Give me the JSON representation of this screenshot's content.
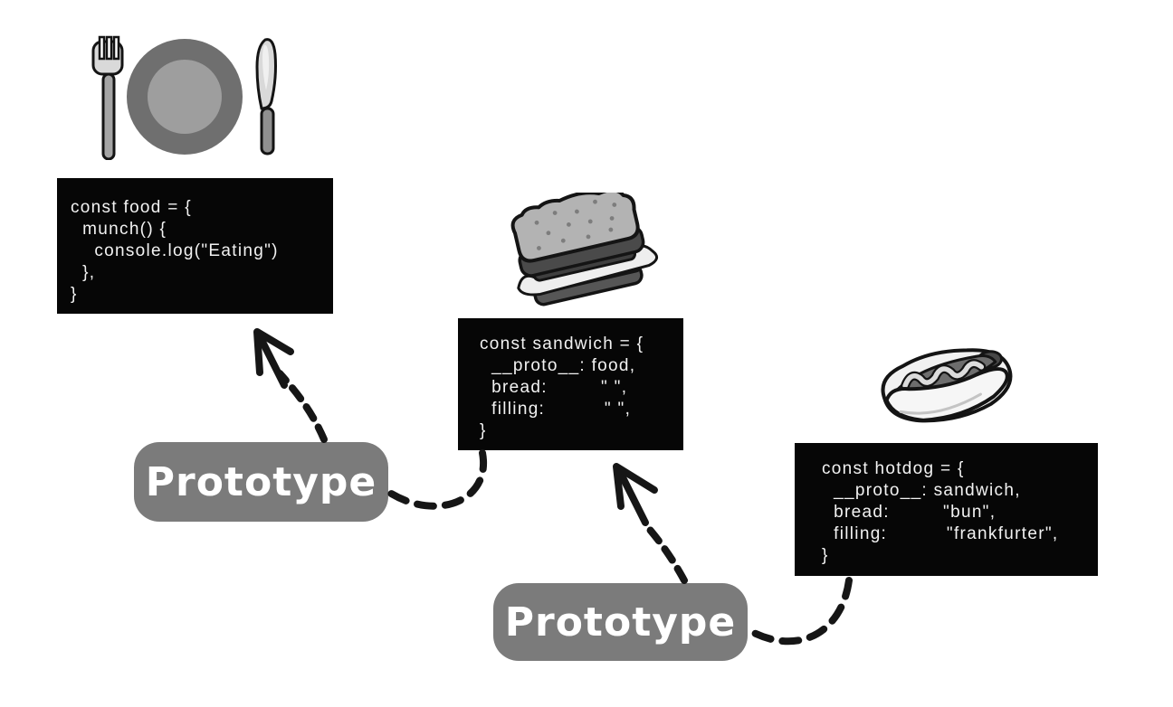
{
  "diagram": {
    "description": "JavaScript prototype chain: hotdog -> sandwich -> food",
    "colors": {
      "background": "#ffffff",
      "code_bg": "#060606",
      "code_text": "#f2f2f2",
      "pill_bg": "#7b7b7b",
      "pill_text": "#ffffff",
      "arrow": "#161616",
      "plate_outer": "#6f6f6f",
      "plate_inner": "#9e9e9e"
    },
    "icons": {
      "plate": "plate-with-fork-and-knife",
      "sandwich": "sandwich",
      "hotdog": "hotdog"
    },
    "code_blocks": {
      "food": {
        "lines": [
          "const food = {",
          "  munch() {",
          "    console.log(\"Eating\")",
          "  },",
          "}"
        ]
      },
      "sandwich": {
        "lines": [
          "const sandwich = {",
          "  __proto__: food,",
          "  bread:         \" \",",
          "  filling:          \" \",",
          "}"
        ]
      },
      "hotdog": {
        "lines": [
          "const hotdog = {",
          "  __proto__: sandwich,",
          "  bread:         \"bun\",",
          "  filling:          \"frankfurter\",",
          "}"
        ]
      }
    },
    "labels": {
      "prototype_food": "Prototype",
      "prototype_sandwich": "Prototype"
    }
  }
}
